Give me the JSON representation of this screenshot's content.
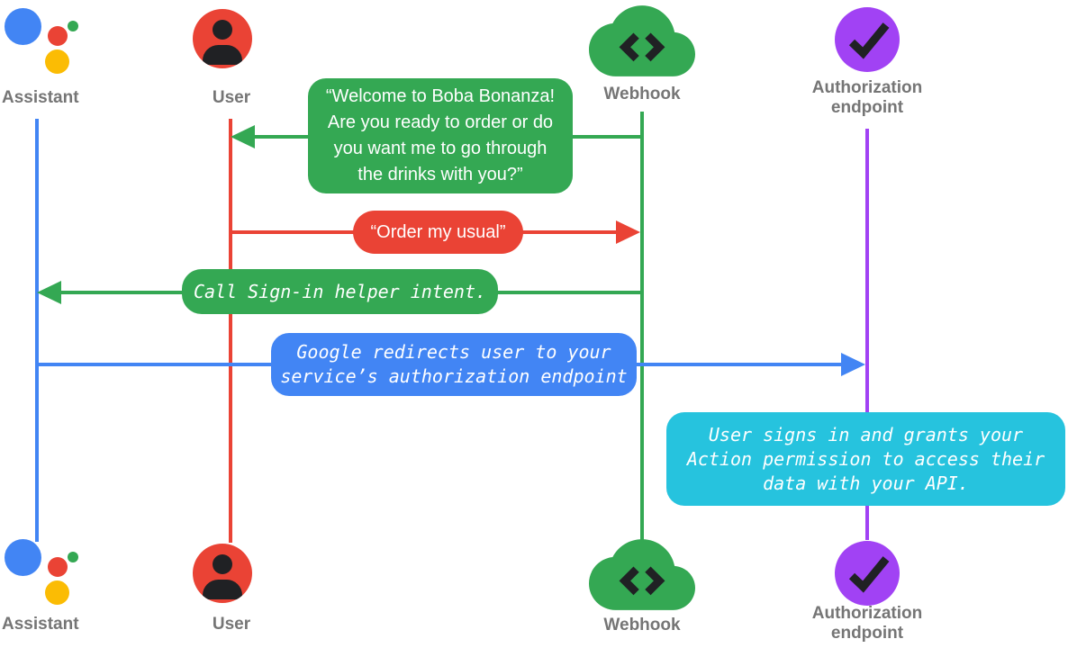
{
  "diagram": {
    "background": "#FFFFFF",
    "actors": {
      "assistant": {
        "label": "Assistant",
        "color": "#4285F4",
        "icon": "google-assistant-logo"
      },
      "user": {
        "label": "User",
        "color": "#EA4335",
        "icon": "person-icon"
      },
      "webhook": {
        "label": "Webhook",
        "color": "#34A853",
        "icon": "cloud-code-icon"
      },
      "authorization": {
        "label_lines": [
          "Authorization",
          "endpoint"
        ],
        "color": "#A142F4",
        "icon": "check-circle-icon"
      }
    },
    "messages": {
      "welcome": {
        "from": "webhook",
        "to": "user",
        "color": "#34A853",
        "lines": [
          "“Welcome to Boba Bonanza!",
          "Are you ready to order or do",
          "you want me to go through",
          "the drinks with you?”"
        ]
      },
      "order": {
        "from": "user",
        "to": "webhook",
        "color": "#EA4335",
        "lines": [
          "“Order my usual”"
        ]
      },
      "signin": {
        "from": "webhook",
        "to": "assistant",
        "color": "#34A853",
        "lines": [
          "Call Sign-in helper intent."
        ]
      },
      "redirect": {
        "from": "assistant",
        "to": "authorization",
        "color": "#4285F4",
        "lines": [
          "Google redirects user to your",
          "service’s authorization endpoint"
        ]
      },
      "grant": {
        "at": "authorization",
        "color": "#26C3DE",
        "lines": [
          "User signs in and grants your",
          "Action permission to access their",
          "data with your API."
        ]
      }
    },
    "palette": {
      "blue": "#4285F4",
      "red": "#EA4335",
      "green": "#34A853",
      "yellow": "#FBBC04",
      "purple": "#A142F4",
      "cyan": "#26C3DE",
      "glyph_dark": "#202124",
      "label_gray": "#757575"
    }
  }
}
